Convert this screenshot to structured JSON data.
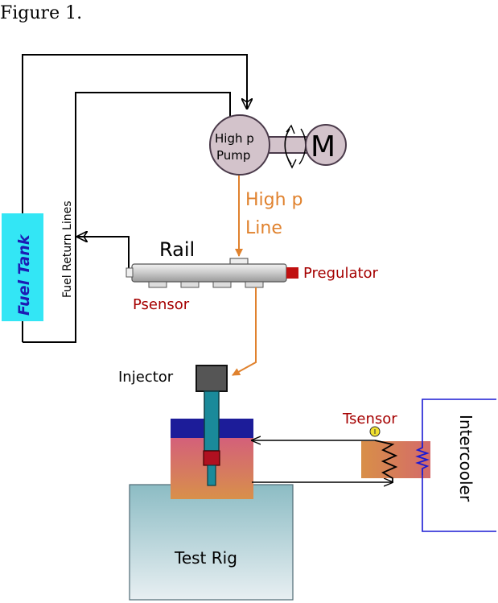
{
  "caption": "Figure 1.",
  "labels": {
    "fuel_tank": "Fuel Tank",
    "fuel_return_lines": "Fuel Return Lines",
    "pump_line1": "High p",
    "pump_line2": "Pump",
    "motor": "M",
    "high_p_line1": "High p",
    "high_p_line2": "Line",
    "rail": "Rail",
    "pregulator": "Pregulator",
    "psensor": "Psensor",
    "injector": "Injector",
    "tsensor": "Tsensor",
    "intercooler": "Intercooler",
    "test_rig": "Test Rig"
  },
  "colors": {
    "fuel_tank": "#33e6f5",
    "pump": "#d3c3cb",
    "orange_line": "#e0822e",
    "label_red": "#a50000",
    "rig_top": "#1c1c99",
    "injector_body": "#1a8a9a",
    "intercooler_line": "#1a1ad4"
  }
}
